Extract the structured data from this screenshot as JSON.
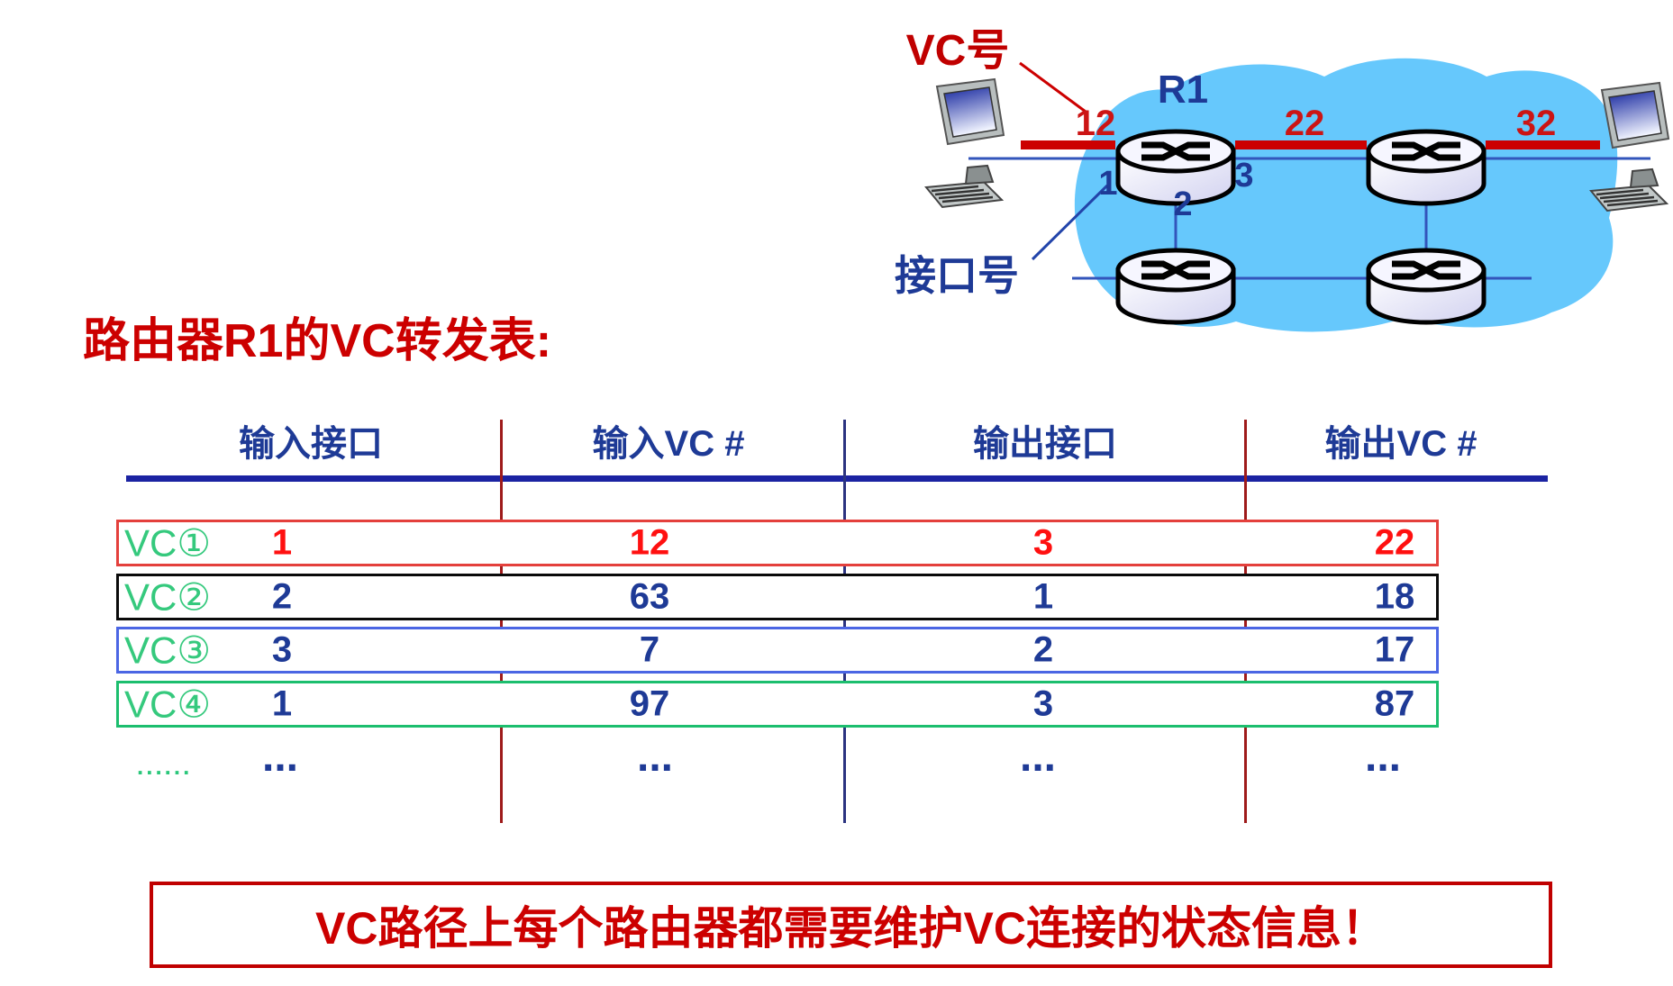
{
  "diagram": {
    "vc_number_label": "VC号",
    "interface_number_label": "接口号",
    "router_name": "R1",
    "link_vc_numbers": {
      "link1": "12",
      "link2": "22",
      "link3": "32"
    },
    "ports": {
      "p1": "1",
      "p2": "2",
      "p3": "3"
    }
  },
  "table": {
    "title": "路由器R1的VC转发表:",
    "headers": [
      "输入接口",
      "输入VC #",
      "输出接口",
      "输出VC #"
    ],
    "rows": [
      {
        "label": "VC①",
        "in_if": "1",
        "in_vc": "12",
        "out_if": "3",
        "out_vc": "22"
      },
      {
        "label": "VC②",
        "in_if": "2",
        "in_vc": "63",
        "out_if": "1",
        "out_vc": "18"
      },
      {
        "label": "VC③",
        "in_if": "3",
        "in_vc": "7",
        "out_if": "2",
        "out_vc": "17"
      },
      {
        "label": "VC④",
        "in_if": "1",
        "in_vc": "97",
        "out_if": "3",
        "out_vc": "87"
      }
    ],
    "ellipsis": {
      "label": "......",
      "cells": [
        "...",
        "...",
        "...",
        "..."
      ]
    }
  },
  "banner": {
    "text": "VC路径上每个路由器都需要维护VC连接的状态信息！"
  },
  "colors": {
    "title_red": "#CC0000",
    "bright_value_red": "#FF1010",
    "navy_text": "#1E3A96",
    "vc_tag_green": "#35C97D",
    "row_border_red": "#E4403C",
    "row_border_black": "#0A0A0A",
    "row_border_blue": "#4B66E4",
    "row_border_green": "#1CBE6E",
    "separator_dark_red": "#9E1A1A",
    "separator_navy": "#2B3380",
    "header_rule_navy": "#1B23A2",
    "cloud_blue": "#66C8FC",
    "link_bar_red": "#CC0000"
  }
}
